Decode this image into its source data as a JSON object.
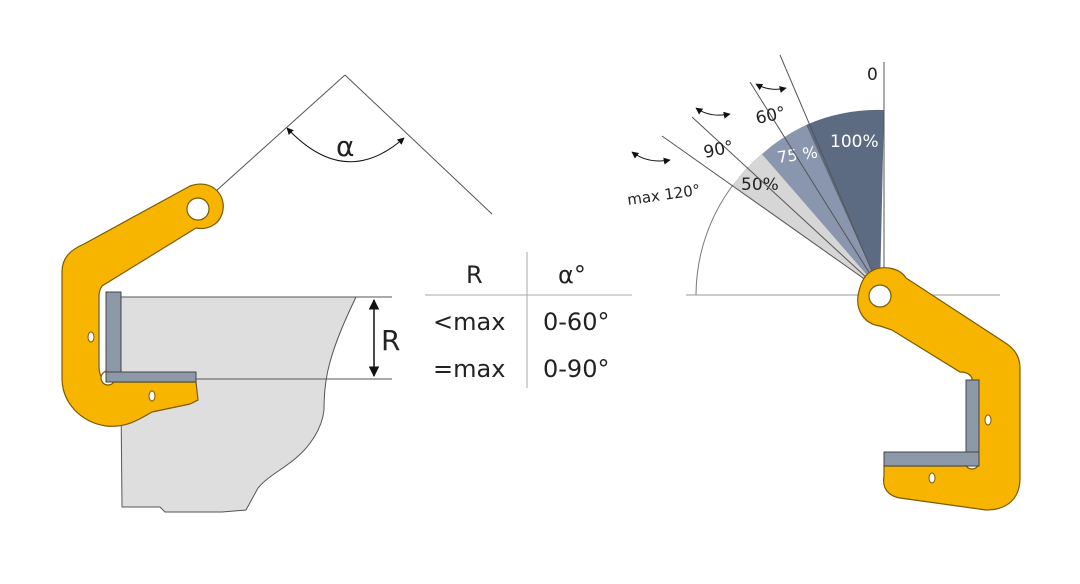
{
  "left_diagram": {
    "angle_symbol": "α",
    "dimension_label": "R"
  },
  "table": {
    "headers": [
      "R",
      "α°"
    ],
    "rows": [
      {
        "r": "<max",
        "angle": "0-60°"
      },
      {
        "r": "=max",
        "angle": "0-90°"
      }
    ]
  },
  "right_diagram": {
    "capacity_sectors": [
      {
        "label": "100%",
        "color": "#5d6b82"
      },
      {
        "label": "75 %",
        "color": "#8996ae"
      },
      {
        "label": "50%",
        "color": "#d6d6d6"
      }
    ],
    "angle_labels": {
      "zero": "0",
      "sixty": "60°",
      "ninety": "90°",
      "max120": "max 120°"
    }
  },
  "colors": {
    "clamp_yellow": "#f7b500",
    "clamp_outline": "#7a5a00",
    "plate_grey": "#dedede",
    "pad_blue_grey": "#8d98a8"
  }
}
